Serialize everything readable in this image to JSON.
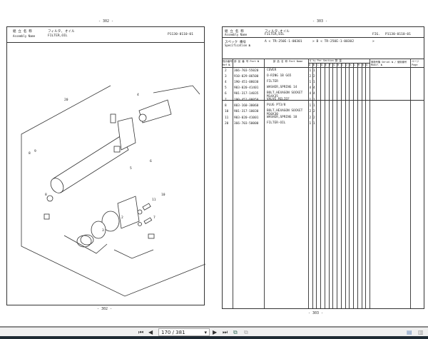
{
  "left_page": {
    "page_top": "- 302 -",
    "page_bottom": "- 302 -",
    "assembly_label_jp": "組 立 名 称",
    "assembly_label_en": "Assembly  Name",
    "assembly_name_jp": "フィルタ, オイル",
    "assembly_name": "FILTER,OIL",
    "fig": "P1130-0110-01",
    "callouts": [
      "20",
      "4",
      "8",
      "9",
      "8",
      "5",
      "6",
      "10",
      "11",
      "2",
      "7",
      "3"
    ]
  },
  "right_page": {
    "page_top": "- 303 -",
    "page_bottom": "- 303 -",
    "assembly_label_jp": "組 立 名 称",
    "assembly_label_en": "Assembly  Name",
    "assembly_name_jp": "フィルタ,オイル",
    "assembly_name": "FILTER,OIL",
    "fig_label": "FIG.",
    "fig": "P1130-0110-01",
    "spec_label_jp": "スペック 番号",
    "spec_label_en": "Specification №",
    "spec_a": "A < TR-250E-1-00301",
    "spec_b": "> B < TR-250E-1-00302",
    "spec_end": ">",
    "headers": {
      "ref": "指示番号 Ref №",
      "part_no": "部 品 番 号 Part №",
      "part_name": "部 品 名 称 Part Name",
      "qty": "Q'ty Per Section 数 量",
      "serial": "実施号機 Serial № / 使用番号 Modif. №",
      "page": "ページ Page"
    },
    "qty_columns": [
      "A",
      "B",
      "C",
      "D",
      "E",
      "F",
      "G",
      "H",
      "I",
      "J",
      "K",
      "L",
      "M",
      "N",
      "O"
    ],
    "rows": [
      {
        "ref": "2",
        "part_no": "366-703-55020",
        "name": "COVER",
        "qty_a": "1",
        "qty_b": "1"
      },
      {
        "ref": "3",
        "part_no": "910-029-06500",
        "name": "O-RING 1B G65",
        "qty_a": "2",
        "qty_b": "2"
      },
      {
        "ref": "4",
        "part_no": "190-451-08030",
        "name": "FILTER",
        "qty_a": "1",
        "qty_b": "1"
      },
      {
        "ref": "5",
        "part_no": "903-020-41401",
        "name": "WASHER,SPRING 14",
        "qty_a": "4",
        "qty_b": "4"
      },
      {
        "ref": "6",
        "part_no": "901-317-14035",
        "name": "BOLT,HEXAGON SOCKET M14X35",
        "qty_a": "4",
        "qty_b": "4"
      },
      {
        "ref": "7",
        "part_no": "190-451-08050",
        "name": "VALVE,RELIEF",
        "qty_a": "1",
        "qty_b": "1"
      },
      {
        "ref": "8",
        "part_no": "803-160-30060",
        "name": "PLUG PT3/8",
        "qty_a": "1",
        "qty_b": "1"
      },
      {
        "ref": "10",
        "part_no": "901-317-10030",
        "name": "BOLT,HEXAGON SOCKET M10X30",
        "qty_a": "2",
        "qty_b": "2"
      },
      {
        "ref": "11",
        "part_no": "903-020-41001",
        "name": "WASHER,SPRING 10",
        "qty_a": "2",
        "qty_b": "2"
      },
      {
        "ref": "20",
        "part_no": "366-703-50000",
        "name": "FILTER-OIL",
        "qty_a": "1",
        "qty_b": "1"
      }
    ]
  },
  "toolbar": {
    "first_icon": "first-page-icon",
    "prev_icon": "prev-page-icon",
    "page_value": "170 / 381",
    "next_icon": "next-page-icon",
    "last_icon": "last-page-icon"
  }
}
